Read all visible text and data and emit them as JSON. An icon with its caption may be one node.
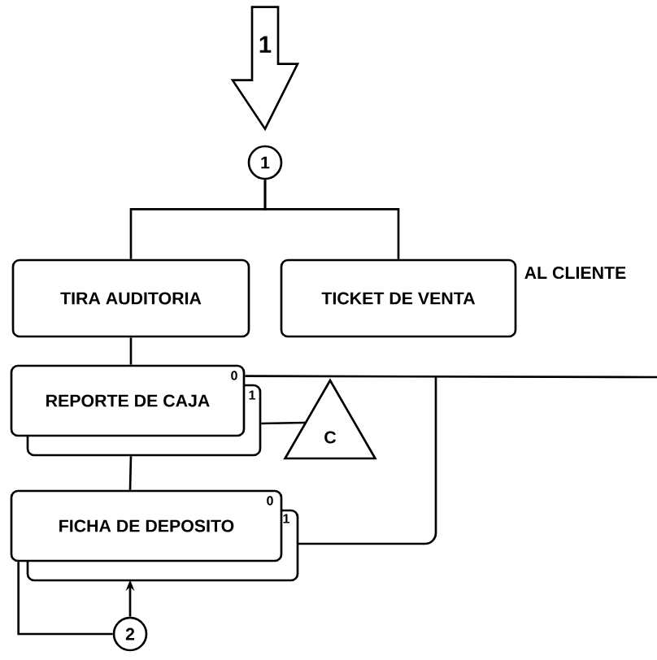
{
  "diagram": {
    "nodes": [
      {
        "text": [
          "1"
        ]
      },
      {
        "text": [
          "TIRA AUDITORIA"
        ]
      },
      {
        "text": [
          "TICKET DE VENTA"
        ],
        "beside": [
          "AL CLIENTE"
        ]
      },
      {
        "text": [
          "REPORTE DE CAJA",
          "0",
          "1"
        ]
      },
      {
        "text": [
          "C"
        ]
      },
      {
        "text": [
          "FICHA DE DEPOSITO",
          "0",
          "1"
        ]
      },
      {
        "text": [
          "2"
        ]
      }
    ],
    "edges": [
      {
        "from": null,
        "to": 0,
        "arrow": "to",
        "label": "1"
      },
      {
        "from": 0,
        "to": 1,
        "arrow": "none"
      },
      {
        "from": 0,
        "to": 2,
        "arrow": "none"
      },
      {
        "from": 1,
        "to": 3,
        "arrow": "none"
      },
      {
        "from": 3,
        "to": 4,
        "arrow": "none"
      },
      {
        "from": 3,
        "to": 5,
        "arrow": "none"
      },
      {
        "from": 3,
        "to": null,
        "arrow": "none"
      },
      {
        "from": 5,
        "to": null,
        "arrow": "none"
      },
      {
        "from": 6,
        "to": 5,
        "arrow": "to"
      },
      {
        "from": 6,
        "to": 5,
        "arrow": "none"
      }
    ]
  }
}
